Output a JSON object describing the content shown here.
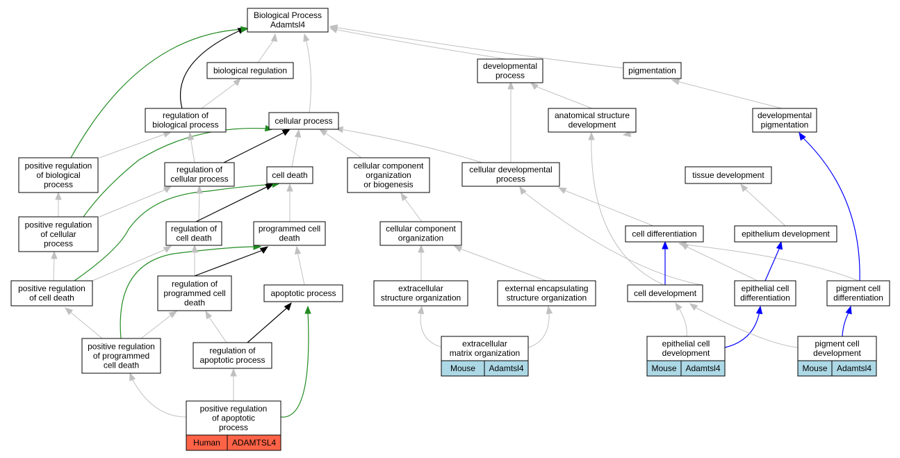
{
  "colors": {
    "node_fill": "#ffffff",
    "node_stroke": "#000000",
    "edge_gray": "#c0c0c0",
    "edge_black": "#000000",
    "edge_green": "#228b22",
    "edge_blue": "#0000ff",
    "species_mouse": "#add8e6",
    "species_human": "#ff6347"
  },
  "nodes": [
    {
      "id": "bp",
      "lines": [
        "Biological Process",
        "Adamtsl4"
      ]
    },
    {
      "id": "bioreg",
      "lines": [
        "biological regulation"
      ]
    },
    {
      "id": "devproc",
      "lines": [
        "developmental",
        "process"
      ]
    },
    {
      "id": "pigment",
      "lines": [
        "pigmentation"
      ]
    },
    {
      "id": "regbio",
      "lines": [
        "regulation of",
        "biological process"
      ]
    },
    {
      "id": "cellproc",
      "lines": [
        "cellular process"
      ]
    },
    {
      "id": "anatdev",
      "lines": [
        "anatomical structure",
        "development"
      ]
    },
    {
      "id": "devpig",
      "lines": [
        "developmental",
        "pigmentation"
      ]
    },
    {
      "id": "posregbio",
      "lines": [
        "positive regulation",
        "of biological",
        "process"
      ]
    },
    {
      "id": "regcell",
      "lines": [
        "regulation of",
        "cellular process"
      ]
    },
    {
      "id": "celldeath",
      "lines": [
        "cell death"
      ]
    },
    {
      "id": "ccob",
      "lines": [
        "cellular component",
        "organization",
        "or biogenesis"
      ]
    },
    {
      "id": "celldevproc",
      "lines": [
        "cellular developmental",
        "process"
      ]
    },
    {
      "id": "tissuedev",
      "lines": [
        "tissue development"
      ]
    },
    {
      "id": "posregcell",
      "lines": [
        "positive regulation",
        "of cellular",
        "process"
      ]
    },
    {
      "id": "regcd",
      "lines": [
        "regulation of",
        "cell death"
      ]
    },
    {
      "id": "pcd",
      "lines": [
        "programmed cell",
        "death"
      ]
    },
    {
      "id": "cco",
      "lines": [
        "cellular component",
        "organization"
      ]
    },
    {
      "id": "celldiff",
      "lines": [
        "cell differentiation"
      ]
    },
    {
      "id": "epidev",
      "lines": [
        "epithelium development"
      ]
    },
    {
      "id": "posregcd",
      "lines": [
        "positive regulation",
        "of cell death"
      ]
    },
    {
      "id": "regpcd",
      "lines": [
        "regulation of",
        "programmed cell",
        "death"
      ]
    },
    {
      "id": "apop",
      "lines": [
        "apoptotic process"
      ]
    },
    {
      "id": "extraso",
      "lines": [
        "extracellular",
        "structure organization"
      ]
    },
    {
      "id": "extencap",
      "lines": [
        "external encapsulating",
        "structure organization"
      ]
    },
    {
      "id": "celldev",
      "lines": [
        "cell development"
      ]
    },
    {
      "id": "epicelldiff",
      "lines": [
        "epithelial cell",
        "differentiation"
      ]
    },
    {
      "id": "pigcelldiff",
      "lines": [
        "pigment cell",
        "differentiation"
      ]
    },
    {
      "id": "posregpcd",
      "lines": [
        "positive regulation",
        "of programmed",
        "cell death"
      ]
    },
    {
      "id": "regapop",
      "lines": [
        "regulation of",
        "apoptotic process"
      ]
    },
    {
      "id": "ecmorg",
      "lines": [
        "extracellular",
        "matrix organization"
      ],
      "species": "Mouse",
      "gene": "Adamtsl4"
    },
    {
      "id": "epicelldev",
      "lines": [
        "epithelial cell",
        "development"
      ],
      "species": "Mouse",
      "gene": "Adamtsl4"
    },
    {
      "id": "pigcelldev",
      "lines": [
        "pigment cell",
        "development"
      ],
      "species": "Mouse",
      "gene": "Adamtsl4"
    },
    {
      "id": "posregapop",
      "lines": [
        "positive regulation",
        "of apoptotic",
        "process"
      ],
      "species": "Human",
      "gene": "ADAMTSL4"
    }
  ]
}
